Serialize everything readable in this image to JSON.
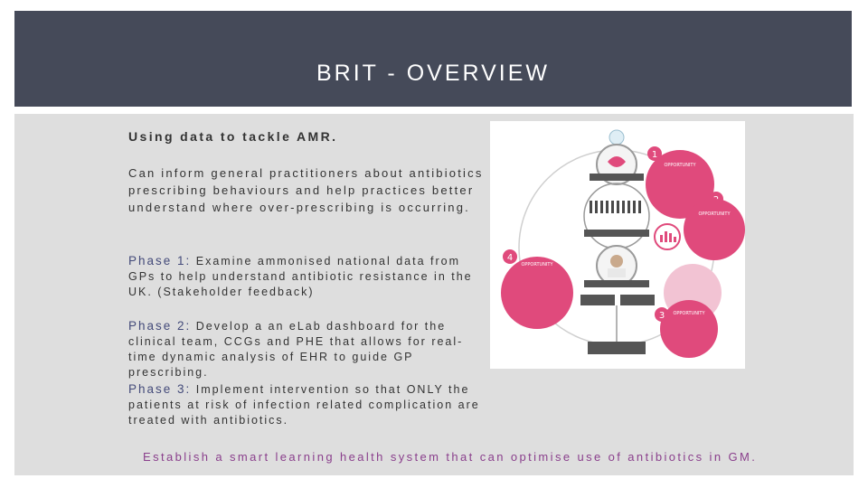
{
  "slide": {
    "title": "BRIT - OVERVIEW",
    "heading": "Using data to tackle AMR.",
    "intro": "Can inform general practitioners about antibiotics prescribing behaviours and help practices better understand where over-prescribing is occurring.",
    "phase1_label": "Phase 1:",
    "phase1_text": " Examine ammonised national data from GPs to help understand antibiotic resistance in the UK. (Stakeholder feedback)",
    "phase2_label": "Phase 2:",
    "phase2_text": " Develop a an eLab dashboard for the clinical team, CCGs and PHE that allows for real-time dynamic analysis of EHR to guide GP prescribing.",
    "phase3_label": "Phase 3:",
    "phase3_text": " Implement intervention so that ONLY the patients at risk of infection related complication are treated with antibiotics.",
    "footer": "Establish a smart learning health system that can optimise use of antibiotics in GM."
  },
  "infographic": {
    "markers": [
      "1",
      "2",
      "3",
      "4"
    ],
    "opportunity_label": "OPPORTUNITY",
    "colors": {
      "accent": "#e04a7c",
      "dark": "#4a4a4a",
      "pale": "#f2c3d3"
    }
  }
}
